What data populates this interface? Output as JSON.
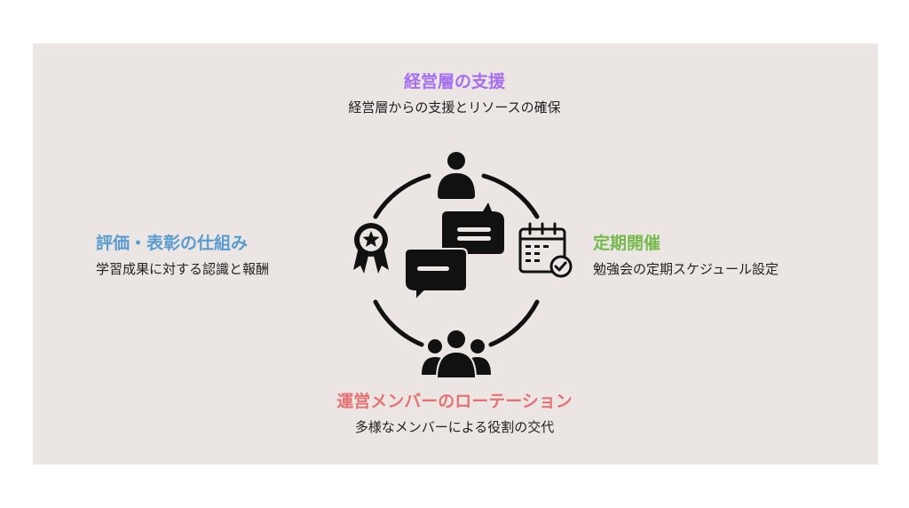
{
  "top": {
    "title": "経営層の支援",
    "description": "経営層からの支援とリソースの確保",
    "color": "#a66ef0"
  },
  "left": {
    "title": "評価・表彰の仕組み",
    "description": "学習成果に対する認識と報酬",
    "color": "#5a9bd0"
  },
  "right": {
    "title": "定期開催",
    "description": "勉強会の定期スケジュール設定",
    "color": "#76b94c"
  },
  "bottom": {
    "title": "運営メンバーのローテーション",
    "description": "多様なメンバーによる役割の交代",
    "color": "#e57373"
  },
  "icons": {
    "top": "person-icon",
    "left": "award-ribbon-icon",
    "right": "calendar-check-icon",
    "bottom": "group-people-icon",
    "center": "chat-bubbles-icon"
  },
  "colors": {
    "background": "#ebe6e4",
    "icon": "#111111"
  }
}
